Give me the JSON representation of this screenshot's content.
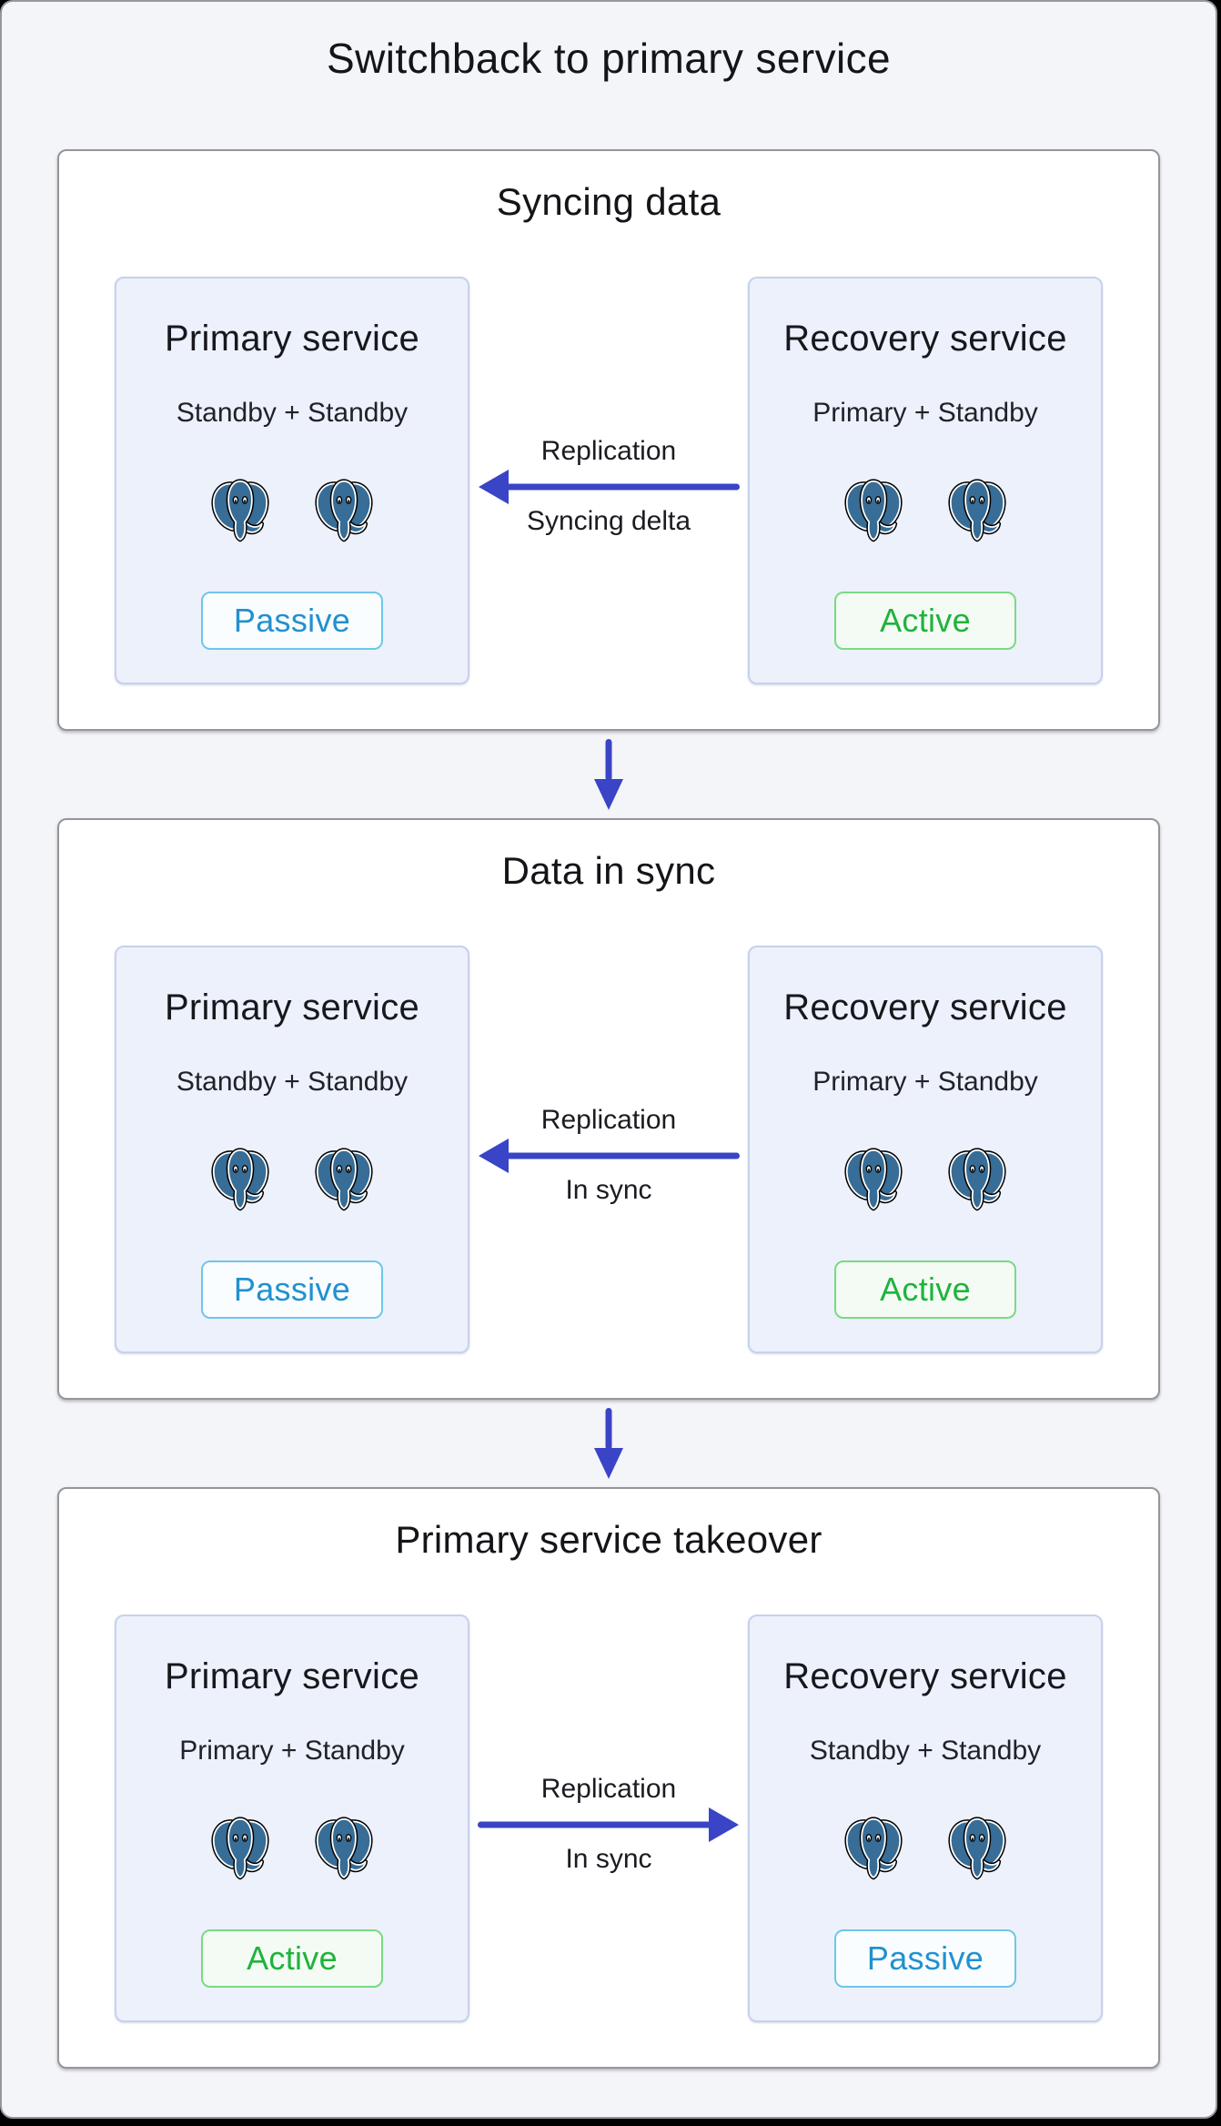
{
  "page": {
    "title": "Switchback to primary service",
    "background_color": "#f4f5f8"
  },
  "colors": {
    "arrow_blue": "#3a44c6",
    "active_green": "#1fb33c",
    "passive_blue": "#2191cf",
    "elephant_blue": "#376d96",
    "card_background": "#edf1fb"
  },
  "icons": {
    "database": "postgresql-elephant-icon",
    "flow": "down-arrow-icon",
    "replication": "replication-arrow-icon"
  },
  "sections": [
    {
      "title": "Syncing data",
      "cards": [
        {
          "title": "Primary service",
          "subtitle": "Standby + Standby",
          "badge": {
            "label": "Passive",
            "state": "passive"
          }
        },
        {
          "title": "Recovery service",
          "subtitle": "Primary + Standby",
          "badge": {
            "label": "Active",
            "state": "active"
          }
        }
      ],
      "arrow": {
        "direction": "left",
        "label_top": "Replication",
        "label_bottom": "Syncing delta"
      }
    },
    {
      "title": "Data in sync",
      "cards": [
        {
          "title": "Primary service",
          "subtitle": "Standby + Standby",
          "badge": {
            "label": "Passive",
            "state": "passive"
          }
        },
        {
          "title": "Recovery service",
          "subtitle": "Primary + Standby",
          "badge": {
            "label": "Active",
            "state": "active"
          }
        }
      ],
      "arrow": {
        "direction": "left",
        "label_top": "Replication",
        "label_bottom": "In sync"
      }
    },
    {
      "title": "Primary service takeover",
      "cards": [
        {
          "title": "Primary service",
          "subtitle": "Primary + Standby",
          "badge": {
            "label": "Active",
            "state": "active"
          }
        },
        {
          "title": "Recovery service",
          "subtitle": "Standby + Standby",
          "badge": {
            "label": "Passive",
            "state": "passive"
          }
        }
      ],
      "arrow": {
        "direction": "right",
        "label_top": "Replication",
        "label_bottom": "In sync"
      }
    }
  ]
}
